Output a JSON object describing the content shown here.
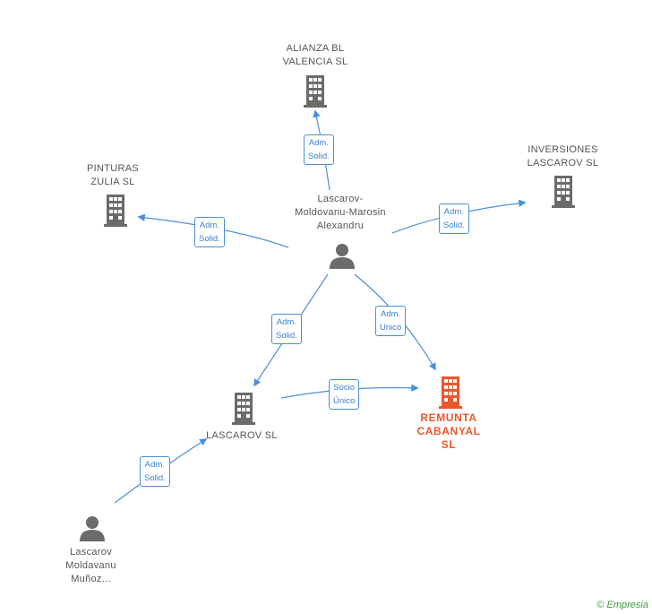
{
  "nodes": {
    "alianza": {
      "label": "ALIANZA BL\nVALENCIA  SL",
      "type": "company"
    },
    "inversiones": {
      "label": "INVERSIONES\nLASCAROV  SL",
      "type": "company"
    },
    "pinturas": {
      "label": "PINTURAS\nZULIA  SL",
      "type": "company"
    },
    "center_person": {
      "label": "Lascarov-\nMoldovanu-Marosin\nAlexandru",
      "type": "person"
    },
    "lascarov_sl": {
      "label": "LASCAROV  SL",
      "type": "company"
    },
    "remunta": {
      "label": "REMUNTA\nCABANYAL\nSL",
      "type": "company-focus"
    },
    "bottom_person": {
      "label": "Lascarov\nMoldavanu\nMuñoz...",
      "type": "person"
    }
  },
  "edges": {
    "to_alianza": {
      "label": "Adm.\nSolid."
    },
    "to_inversiones": {
      "label": "Adm.\nSolid."
    },
    "to_pinturas": {
      "label": "Adm.\nSolid."
    },
    "to_lascarov_sl": {
      "label": "Adm.\nSolid."
    },
    "to_remunta": {
      "label": "Adm.\nUnico"
    },
    "lascarov_to_remunta": {
      "label": "Socio\nÚnico"
    },
    "bottom_to_lascarov": {
      "label": "Adm.\nSolid."
    }
  },
  "colors": {
    "company": "#6b6b6b",
    "focus": "#e8582e",
    "edge": "#4a90d9"
  },
  "footer": {
    "copyright": "©",
    "brand": "Empresia"
  }
}
